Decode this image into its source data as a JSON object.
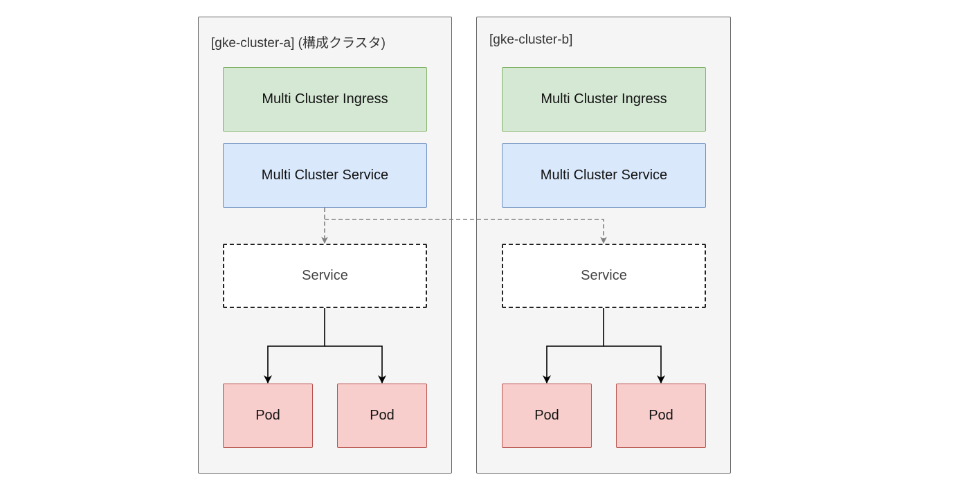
{
  "colors": {
    "cluster_fill": "#f5f5f5",
    "cluster_stroke": "#666666",
    "ingress_fill": "#d5e8d4",
    "ingress_stroke": "#82b366",
    "mcs_fill": "#dae8fc",
    "mcs_stroke": "#6c8ebf",
    "pod_fill": "#f8cecc",
    "pod_stroke": "#b85450",
    "dashed_arrow": "#808080",
    "solid_arrow": "#000000"
  },
  "clusters": [
    {
      "label": "[gke-cluster-a] (構成クラスタ)",
      "ingress": "Multi Cluster Ingress",
      "multi_cluster_service": "Multi Cluster Service",
      "service": "Service",
      "pods": [
        "Pod",
        "Pod"
      ]
    },
    {
      "label": "[gke-cluster-b]",
      "ingress": "Multi Cluster Ingress",
      "multi_cluster_service": "Multi Cluster Service",
      "service": "Service",
      "pods": [
        "Pod",
        "Pod"
      ]
    }
  ]
}
